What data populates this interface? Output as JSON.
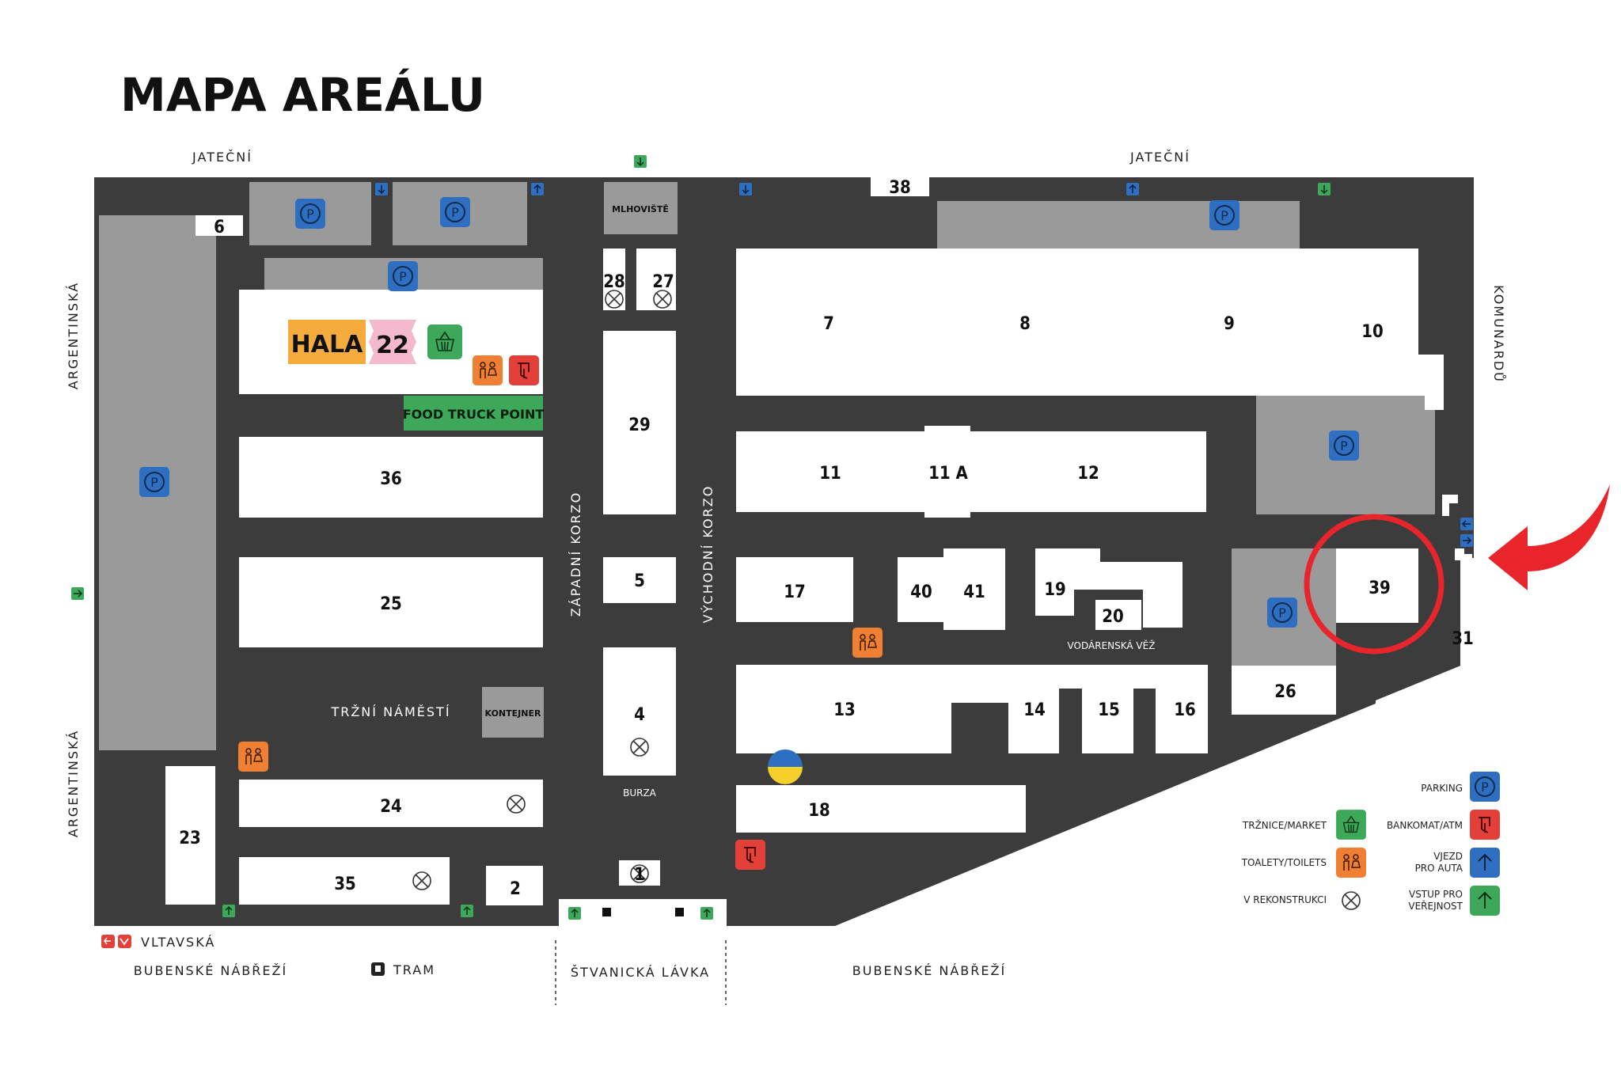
{
  "title": "MAPA AREÁLU",
  "streets": {
    "jatecni_left": "JATEČNÍ",
    "jatecni_right": "JATEČNÍ",
    "argentinska_top": "ARGENTINSKÁ",
    "argentinska_bottom": "ARGENTINSKÁ",
    "komunardu": "KOMUNARDŮ",
    "zapadni_korzo": "ZÁPADNÍ KORZO",
    "vychodni_korzo": "VÝCHODNÍ KORZO",
    "bubenske_left": "BUBENSKÉ NÁBŘEŽÍ",
    "bubenske_right": "BUBENSKÉ NÁBŘEŽÍ",
    "stvanicka": "ŠTVANICKÁ LÁVKA",
    "vltavska": "VLTAVSKÁ",
    "tram": "TRAM"
  },
  "places": {
    "hala": "HALA",
    "hala_num": "22",
    "food_truck": "FOOD TRUCK POINT",
    "mlhoviste": "MLHOVIŠTĚ",
    "kontejner": "KONTEJNER",
    "trzni_namesti": "TRŽNÍ NÁMĚSTÍ",
    "burza": "BURZA",
    "vodarenska": "VODÁRENSKÁ VĚŽ"
  },
  "buildings": {
    "b1": "1",
    "b2": "2",
    "b4": "4",
    "b5": "5",
    "b6": "6",
    "b7": "7",
    "b8": "8",
    "b9": "9",
    "b10": "10",
    "b11": "11",
    "b11a": "11 A",
    "b12": "12",
    "b13": "13",
    "b14": "14",
    "b15": "15",
    "b16": "16",
    "b17": "17",
    "b18": "18",
    "b19": "19",
    "b20": "20",
    "b23": "23",
    "b24": "24",
    "b25": "25",
    "b26": "26",
    "b27": "27",
    "b28": "28",
    "b29": "29",
    "b31": "31",
    "b35": "35",
    "b36": "36",
    "b38": "38",
    "b39": "39",
    "b40": "40",
    "b41": "41"
  },
  "legend": {
    "parking": "PARKING",
    "market": "TRŽNICE/MARKET",
    "atm": "BANKOMAT/ATM",
    "toilets": "TOALETY/TOILETS",
    "car_entry_1": "VJEZD",
    "car_entry_2": "PRO AUTA",
    "reconstruction": "V REKONSTRUKCI",
    "public_entry_1": "VSTUP PRO",
    "public_entry_2": "VEŘEJNOST"
  },
  "colors": {
    "ground": "#3c3c3c",
    "building": "#ffffff",
    "gray_zone": "#9a9a9a",
    "parking": "#2f6fc1",
    "market": "#3ea85a",
    "toilets": "#ef7f32",
    "atm": "#e4403a",
    "hala": "#f5ac3c",
    "hall22": "#f4b8cf",
    "highlight": "#e8252a"
  }
}
